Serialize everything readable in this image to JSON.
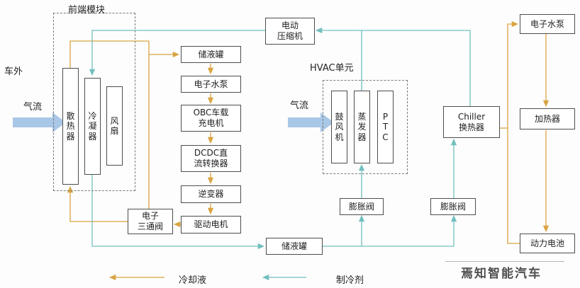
{
  "colors": {
    "coolant": "#d9a441",
    "refrigerant": "#72bfbf",
    "airflow": "#a9c7e6",
    "box_border": "#4d4d4d"
  },
  "labels": {
    "front_module": "前端模块",
    "outside": "车外",
    "airflow_left": "气流",
    "hvac_unit": "HVAC单元",
    "airflow_hvac": "气流"
  },
  "nodes": {
    "radiator": "散\n热\n器",
    "condenser": "冷\n凝\n器",
    "fan": "风\n扇",
    "reservoir_top": "储液罐",
    "epump_mid": "电子水泵",
    "obc": "OBC车载\n充电机",
    "dcdc": "DCDC直\n流转换器",
    "inverter": "逆变器",
    "drive_motor": "驱动电机",
    "compressor": "电动\n压缩机",
    "blower": "鼓\n风\n机",
    "evaporator": "蒸\n发\n器",
    "ptc": "P\nT\nC",
    "chiller": "Chiller\n换热器",
    "epump_right": "电子水泵",
    "heater": "加热器",
    "battery": "动力电池",
    "three_way_valve": "电子\n三通阀",
    "reservoir_bottom": "储液罐",
    "expansion_valve_left": "膨胀阀",
    "expansion_valve_right": "膨胀阀"
  },
  "legend": {
    "coolant": "冷却液",
    "refrigerant": "制冷剂"
  },
  "watermark": "焉知智能汽车"
}
